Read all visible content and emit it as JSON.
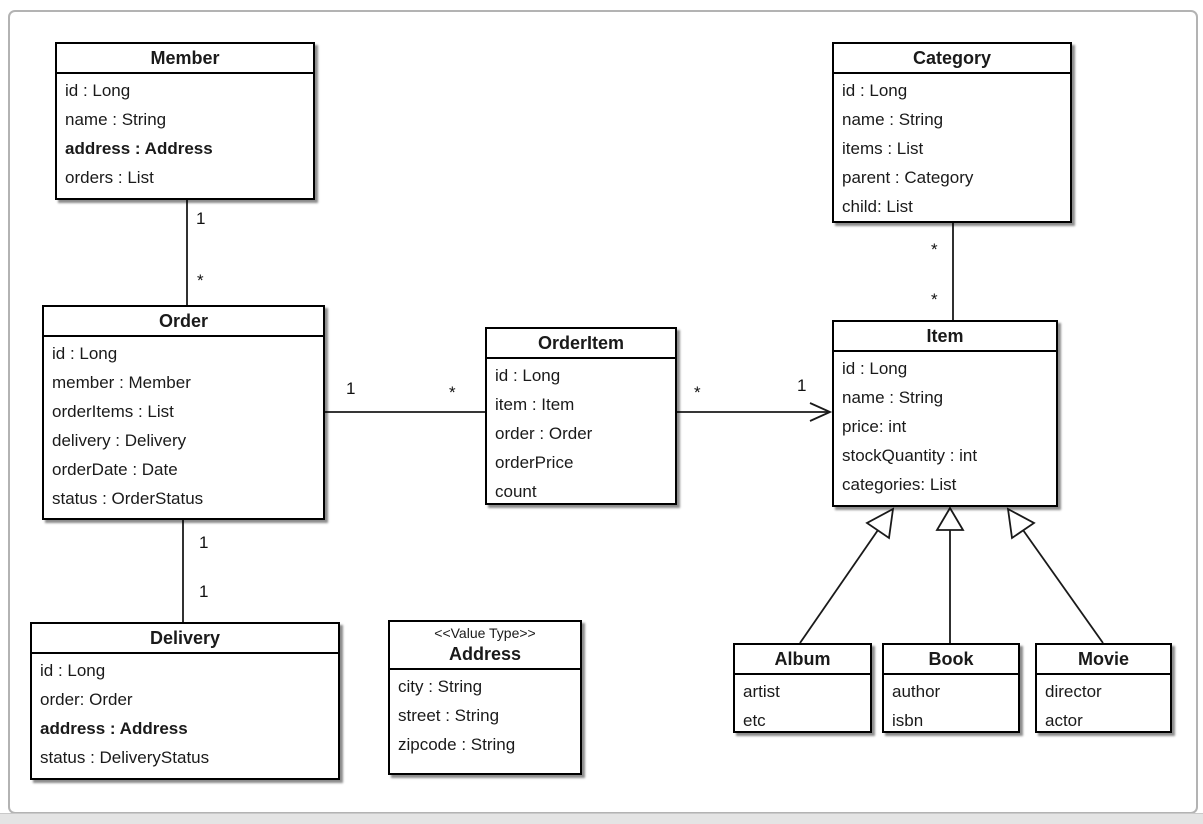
{
  "diagram_type": "UML class diagram",
  "classes": {
    "Member": {
      "name": "Member",
      "attributes": [
        "id : Long",
        "name : String",
        "address : Address",
        "orders : List"
      ],
      "bold_attributes": [
        "address : Address"
      ]
    },
    "Category": {
      "name": "Category",
      "attributes": [
        "id : Long",
        "name : String",
        "items : List",
        "parent : Category",
        "child: List"
      ]
    },
    "Order": {
      "name": "Order",
      "attributes": [
        "id : Long",
        "member : Member",
        "orderItems : List",
        "delivery : Delivery",
        "orderDate : Date",
        "status : OrderStatus"
      ]
    },
    "OrderItem": {
      "name": "OrderItem",
      "attributes": [
        "id : Long",
        "item : Item",
        "order : Order",
        "orderPrice",
        "count"
      ]
    },
    "Item": {
      "name": "Item",
      "attributes": [
        "id : Long",
        "name : String",
        "price: int",
        "stockQuantity : int",
        "categories: List"
      ]
    },
    "Delivery": {
      "name": "Delivery",
      "attributes": [
        "id : Long",
        "order: Order",
        "address : Address",
        "status : DeliveryStatus"
      ],
      "bold_attributes": [
        "address : Address"
      ]
    },
    "Address": {
      "name": "Address",
      "stereotype": "<<Value Type>>",
      "attributes": [
        "city : String",
        "street : String",
        "zipcode : String"
      ]
    },
    "Album": {
      "name": "Album",
      "attributes": [
        "artist",
        "etc"
      ]
    },
    "Book": {
      "name": "Book",
      "attributes": [
        "author",
        "isbn"
      ]
    },
    "Movie": {
      "name": "Movie",
      "attributes": [
        "director",
        "actor"
      ]
    }
  },
  "relationships": [
    {
      "from": "Member",
      "to": "Order",
      "type": "association",
      "labels": [
        "1",
        "*"
      ]
    },
    {
      "from": "Order",
      "to": "OrderItem",
      "type": "association",
      "labels": [
        "1",
        "*"
      ]
    },
    {
      "from": "OrderItem",
      "to": "Item",
      "type": "directed-association",
      "labels": [
        "*",
        "1"
      ]
    },
    {
      "from": "Category",
      "to": "Item",
      "type": "association",
      "labels": [
        "*",
        "*"
      ]
    },
    {
      "from": "Order",
      "to": "Delivery",
      "type": "association",
      "labels": [
        "1",
        "1"
      ]
    },
    {
      "from": "Album",
      "to": "Item",
      "type": "generalization"
    },
    {
      "from": "Book",
      "to": "Item",
      "type": "generalization"
    },
    {
      "from": "Movie",
      "to": "Item",
      "type": "generalization"
    }
  ],
  "colors": {
    "line": "#1a1a1a",
    "box_border": "#000000",
    "frame_border": "#b3b3b3"
  }
}
